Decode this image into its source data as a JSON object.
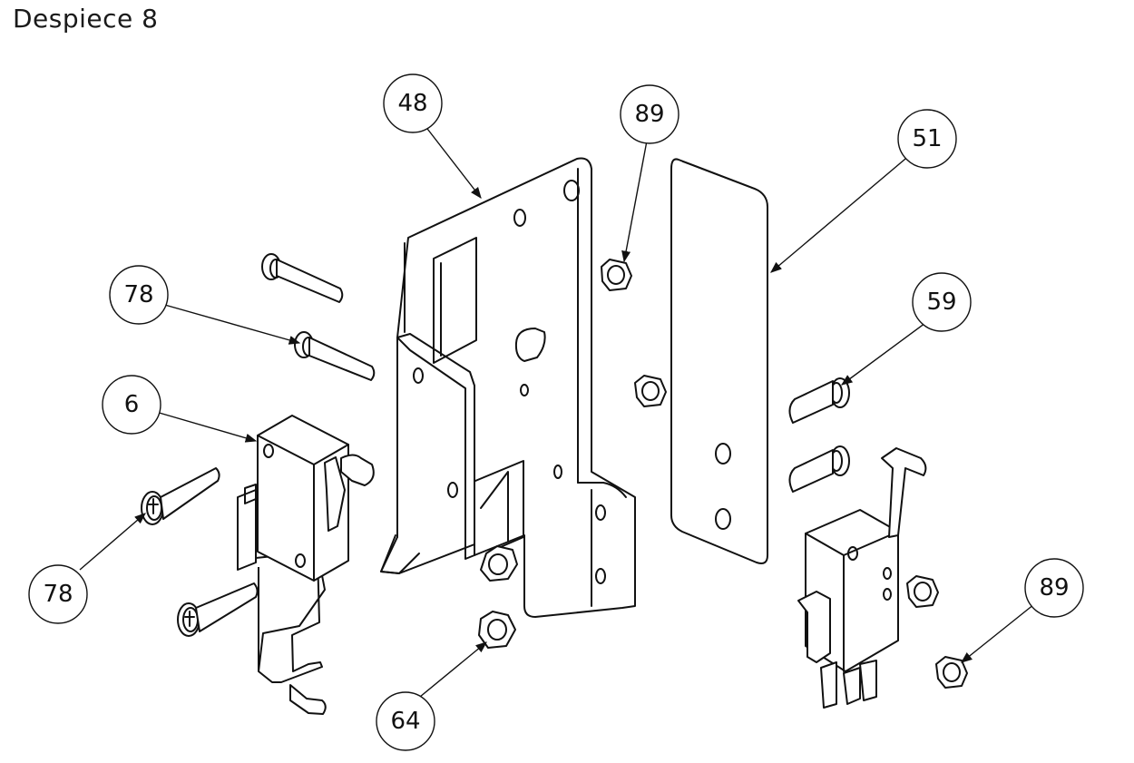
{
  "title": "Despiece 8",
  "balloons": [
    {
      "label": "48"
    },
    {
      "label": "89"
    },
    {
      "label": "51"
    },
    {
      "label": "78"
    },
    {
      "label": "59"
    },
    {
      "label": "6"
    },
    {
      "label": "78"
    },
    {
      "label": "64"
    },
    {
      "label": "89"
    }
  ]
}
